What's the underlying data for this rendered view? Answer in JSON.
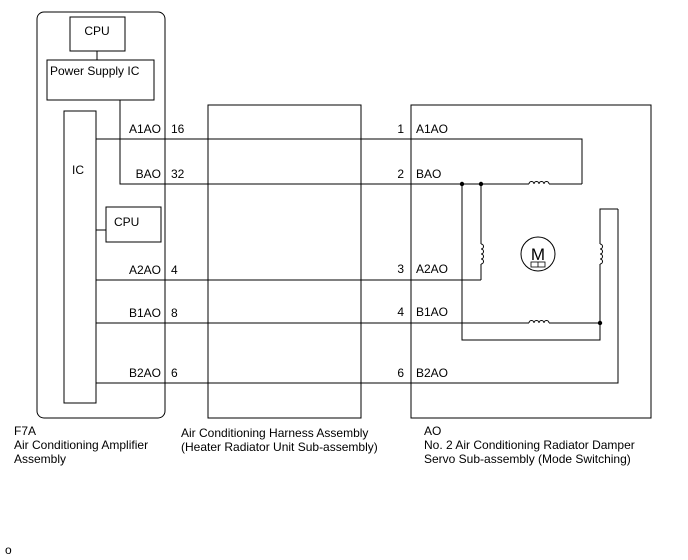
{
  "amplifier": {
    "cpu_top": "CPU",
    "power_supply": "Power Supply IC",
    "ic": "IC",
    "cpu_inner": "CPU",
    "connector": "F7A",
    "name_line1": "Air Conditioning Amplifier",
    "name_line2": "Assembly"
  },
  "amp_pins": [
    {
      "name": "A1AO",
      "num": "16"
    },
    {
      "name": "BAO",
      "num": "32"
    },
    {
      "name": "A2AO",
      "num": "4"
    },
    {
      "name": "B1AO",
      "num": "8"
    },
    {
      "name": "B2AO",
      "num": "6"
    }
  ],
  "harness": {
    "name_line1": "Air Conditioning Harness Assembly",
    "name_line2": "(Heater Radiator Unit Sub-assembly)"
  },
  "servo_pins": [
    {
      "num": "1",
      "name": "A1AO"
    },
    {
      "num": "2",
      "name": "BAO"
    },
    {
      "num": "3",
      "name": "A2AO"
    },
    {
      "num": "4",
      "name": "B1AO"
    },
    {
      "num": "6",
      "name": "B2AO"
    }
  ],
  "servo": {
    "connector": "AO",
    "name_line1": "No. 2 Air Conditioning Radiator Damper",
    "name_line2": "Servo Sub-assembly (Mode Switching)",
    "motor_symbol": "M"
  },
  "footer_mark": "o"
}
